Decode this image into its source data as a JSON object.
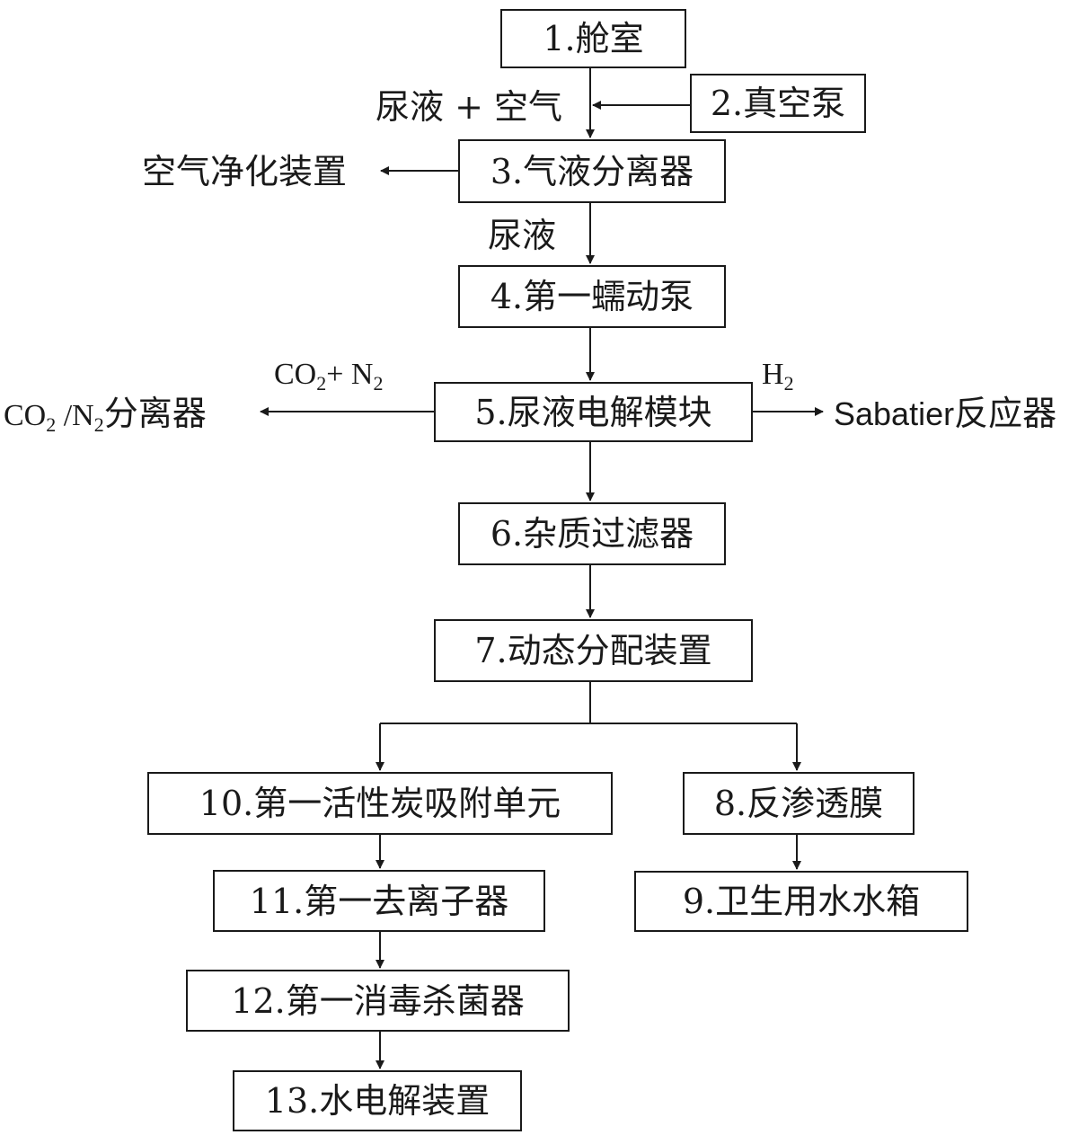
{
  "nodes": {
    "n1": "1.舱室",
    "n2": "2.真空泵",
    "n3": "3.气液分离器",
    "n4": "4.第一蠕动泵",
    "n5": "5.尿液电解模块",
    "n6": "6.杂质过滤器",
    "n7": "7.动态分配装置",
    "n8": "8.反渗透膜",
    "n9": "9.卫生用水水箱",
    "n10": "10.第一活性炭吸附单元",
    "n11": "11.第一去离子器",
    "n12": "12.第一消毒杀菌器",
    "n13": "13.水电解装置"
  },
  "edges": {
    "urine_air": "尿液 + 空气",
    "urine": "尿液",
    "air_purifier": "空气净化装置",
    "co2": "CO",
    "co2_sub": "2",
    "plus_n": "+ N",
    "n2_sub": "2",
    "sep_co2": "CO",
    "sep_co2_sub": "2",
    "sep_slash_n": " /N",
    "sep_n_sub": "2",
    "sep_text": "分离器",
    "h": "H",
    "h_sub": "2",
    "sabatier": "Sabatier",
    "sabatier_suffix": "反应器"
  }
}
